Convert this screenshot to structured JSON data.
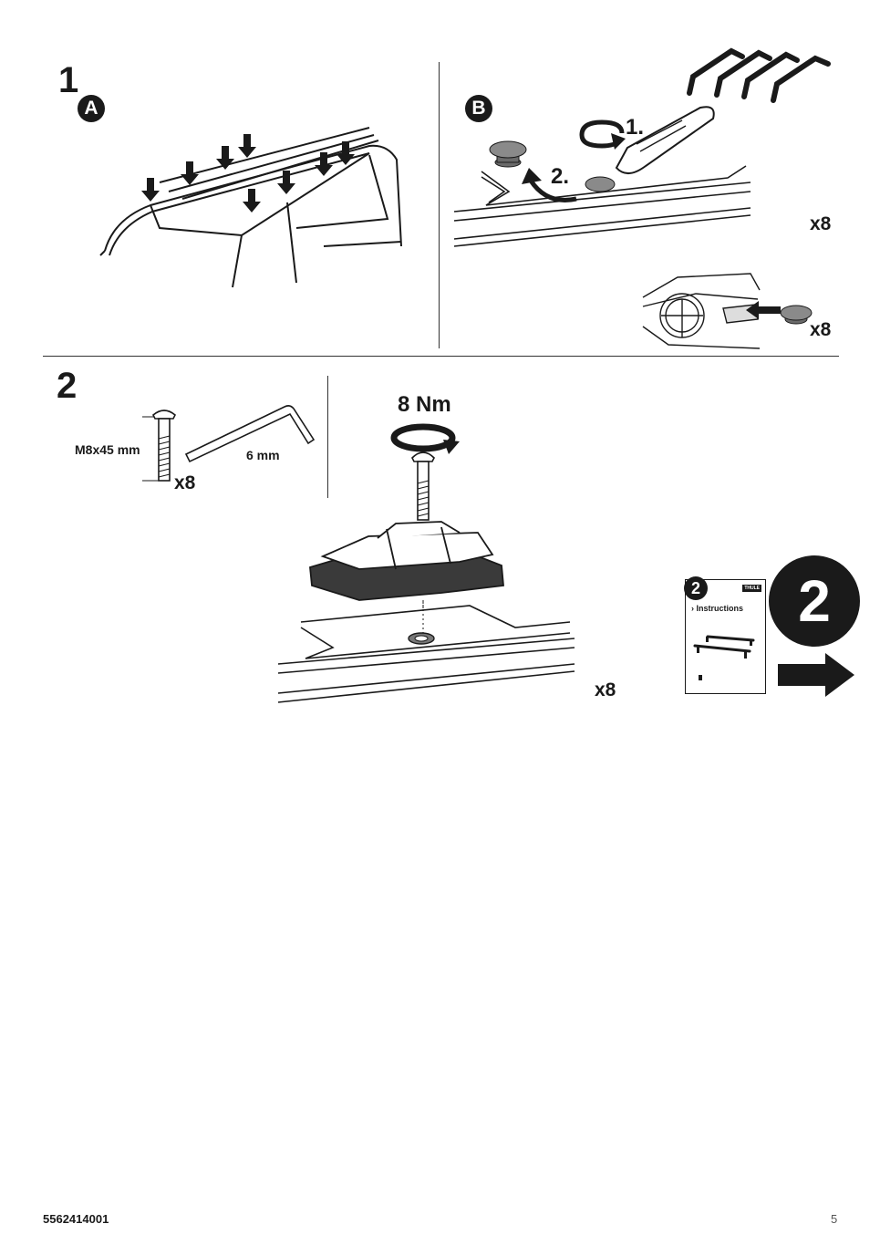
{
  "step1": {
    "number": "1",
    "sub_a": "A",
    "sub_b": "B",
    "substep_1": "1.",
    "substep_2": "2.",
    "qty_b": "x8",
    "qty_dash": "x8"
  },
  "step2": {
    "number": "2",
    "bolt_label": "M8x45 mm",
    "bolt_qty": "x8",
    "hex_key_label": "6 mm",
    "torque": "8 Nm",
    "foot_qty": "x8"
  },
  "next": {
    "booklet_step": "2",
    "booklet_brand": "THULE",
    "booklet_title": "Instructions",
    "big_number": "2"
  },
  "footer": {
    "doc_number": "5562414001",
    "page_number": "5"
  },
  "colors": {
    "ink": "#1a1a1a",
    "grey_cap": "#8a8a8a"
  }
}
